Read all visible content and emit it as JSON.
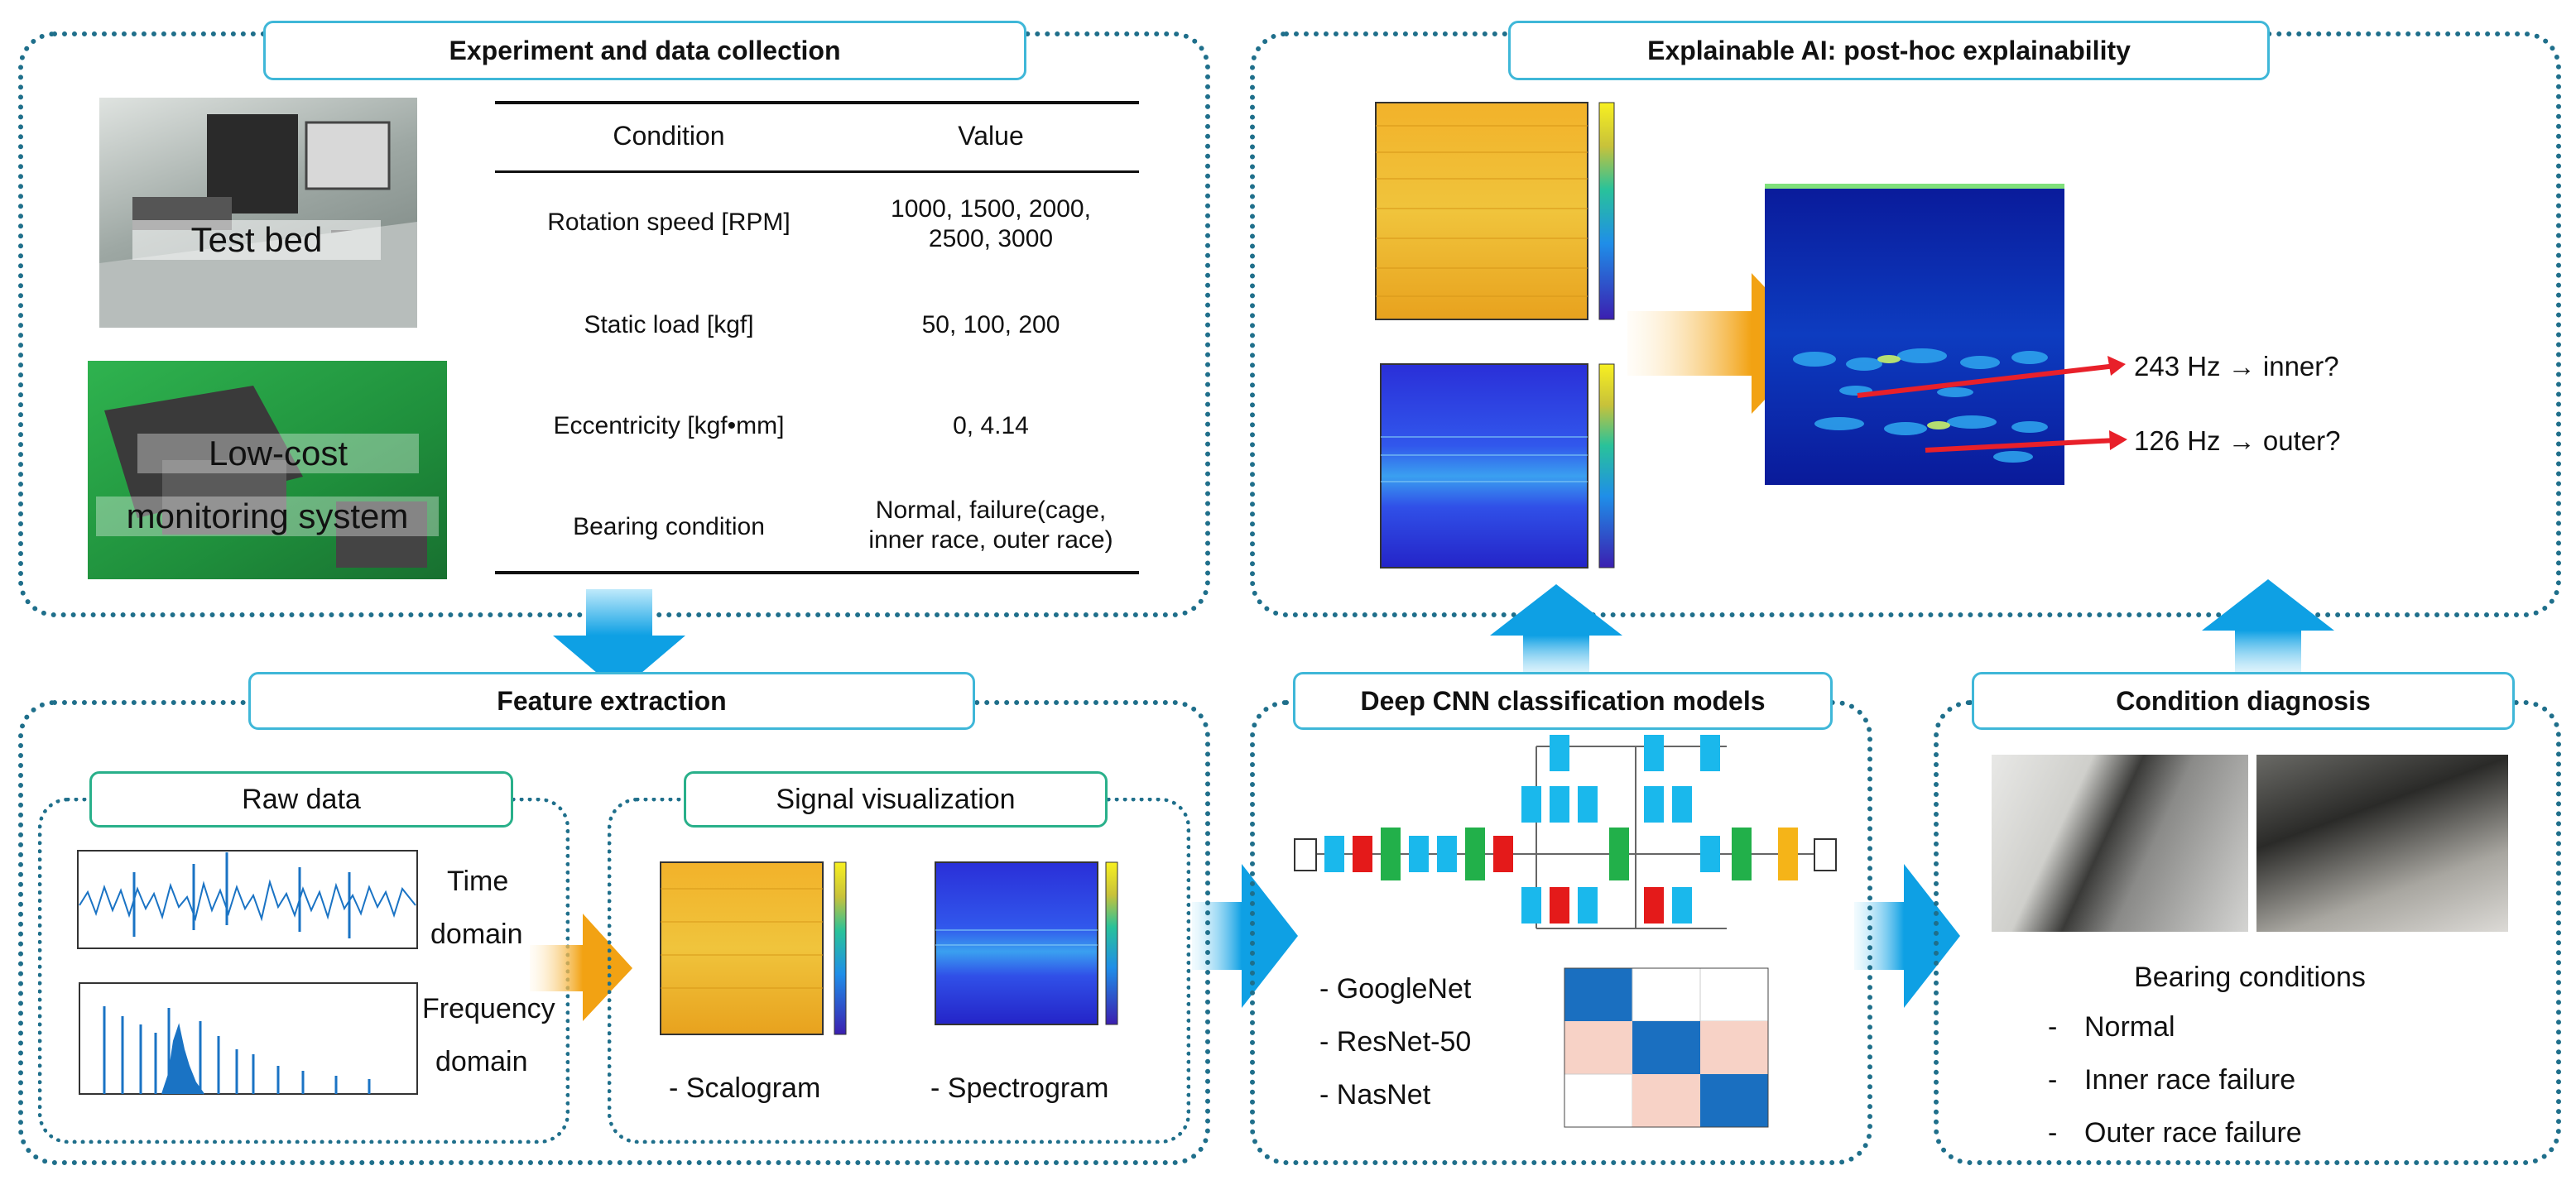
{
  "experiment": {
    "title": "Experiment and data collection",
    "testbed_label": "Test bed",
    "monitor_label_1": "Low-cost",
    "monitor_label_2": "monitoring system",
    "table": {
      "header_condition": "Condition",
      "header_value": "Value",
      "rows": [
        {
          "condition": "Rotation speed [RPM]",
          "value_1": "1000, 1500, 2000,",
          "value_2": "2500, 3000"
        },
        {
          "condition": "Static load [kgf]",
          "value_1": "50, 100, 200",
          "value_2": ""
        },
        {
          "condition": "Eccentricity [kgf•mm]",
          "value_1": "0, 4.14",
          "value_2": ""
        },
        {
          "condition": "Bearing condition",
          "value_1": "Normal, failure(cage,",
          "value_2": "inner race, outer race)"
        }
      ]
    }
  },
  "xai": {
    "title": "Explainable AI: post-hoc explainability",
    "annotation_1": "243 Hz → inner?",
    "annotation_2": "126 Hz → outer?"
  },
  "feature": {
    "title": "Feature extraction",
    "raw_title": "Raw data",
    "time_label_1": "Time",
    "time_label_2": "domain",
    "freq_label_1": "Frequency",
    "freq_label_2": "domain",
    "signal_title": "Signal visualization",
    "scalogram_label": "- Scalogram",
    "spectrogram_label": "- Spectrogram"
  },
  "cnn": {
    "title": "Deep CNN classification models",
    "models": [
      "- GoogleNet",
      "- ResNet-50",
      "- NasNet"
    ]
  },
  "diagnosis": {
    "title": "Condition diagnosis",
    "subtitle": "Bearing conditions",
    "items": [
      "Normal",
      "Inner race failure",
      "Outer race failure"
    ]
  },
  "colors": {
    "border": "#1f6f8b",
    "tab_border": "#3fb7d8",
    "sub_tab_border": "#29b08a",
    "arrow_blue": "#1aa6e6",
    "arrow_orange": "#f5a623",
    "annotation_red": "#e8202a"
  },
  "icons": [
    "test-bed-photo",
    "monitoring-system-photo",
    "bearing-photo"
  ]
}
